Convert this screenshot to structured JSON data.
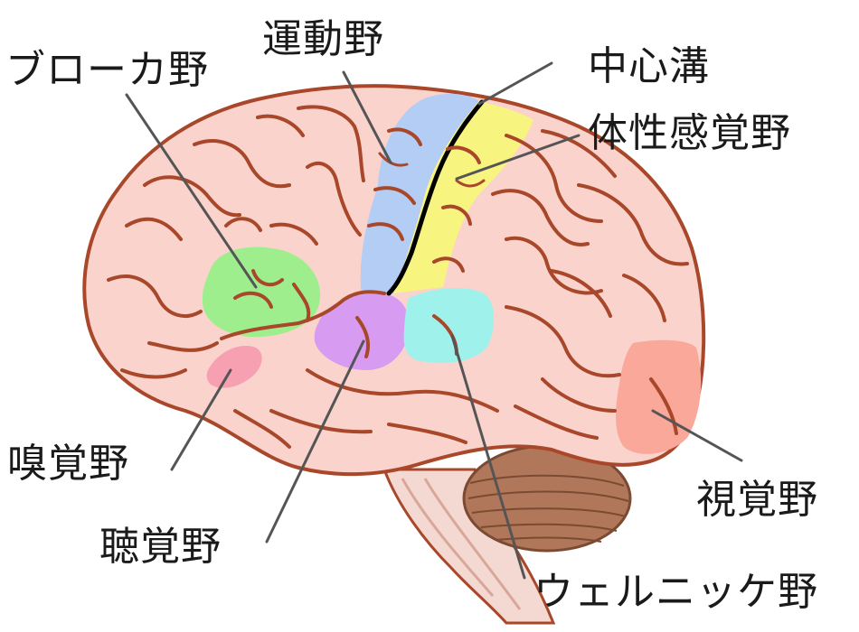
{
  "labels": {
    "motor_area": "運動野",
    "broca_area": "ブローカ野",
    "central_sulcus": "中心溝",
    "somatosensory_area": "体性感覚野",
    "olfactory_area": "嗅覚野",
    "auditory_area": "聴覚野",
    "wernicke_area": "ウェルニッケ野",
    "visual_area": "視覚野"
  },
  "colors": {
    "brain_fill": "#fad3cc",
    "brain_outline": "#a8472a",
    "motor_area": "#b3cdf5",
    "somatosensory_area": "#f8f480",
    "broca_area": "#9fee8e",
    "olfactory_area": "#f7a0b2",
    "auditory_area": "#d79cf2",
    "wernicke_area": "#9ff1ec",
    "visual_area": "#f9a899",
    "cerebellum": "#b0775a",
    "brainstem": "#f3d9d2",
    "central_sulcus": "#000000"
  }
}
